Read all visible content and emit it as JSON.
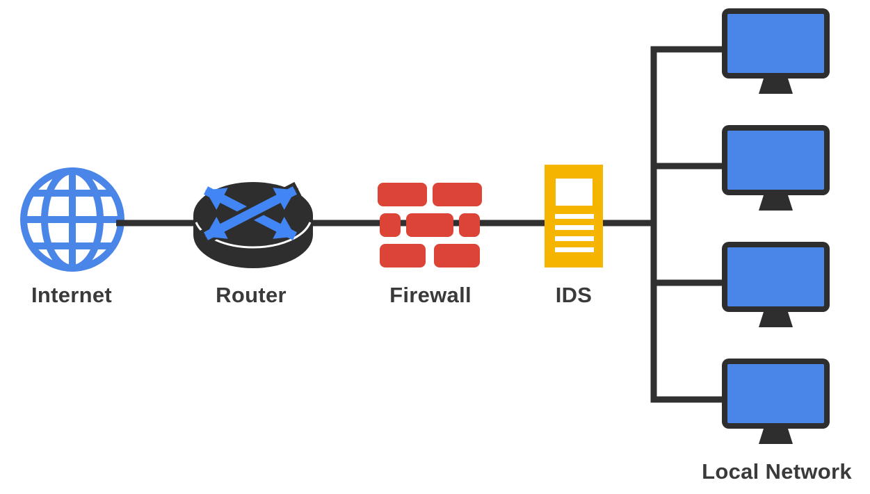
{
  "diagram": {
    "background": "#ffffff",
    "line_color": "#303030",
    "text_color": "#3a3a3a",
    "nodes": [
      {
        "id": "internet",
        "label": "Internet",
        "icon": "globe-icon",
        "color": "#4a85e8"
      },
      {
        "id": "router",
        "label": "Router",
        "icon": "router-icon",
        "body_color": "#2e2e2e",
        "arrow_color": "#4285f4"
      },
      {
        "id": "firewall",
        "label": "Firewall",
        "icon": "firewall-brick-icon",
        "color": "#db4437"
      },
      {
        "id": "ids",
        "label": "IDS",
        "icon": "ids-server-icon",
        "color": "#f4b400",
        "detail_color": "#ffffff"
      },
      {
        "id": "local-network",
        "label": "Local Network",
        "icon": "monitor-icon",
        "workstation_count": 4,
        "frame_color": "#2e2e2e",
        "screen_color": "#4a85e8"
      }
    ],
    "connections": [
      {
        "from": "internet",
        "to": "router"
      },
      {
        "from": "router",
        "to": "firewall"
      },
      {
        "from": "firewall",
        "to": "ids"
      },
      {
        "from": "ids",
        "to": "local-network"
      },
      {
        "from": "local-network-trunk",
        "to": "workstation-1"
      },
      {
        "from": "local-network-trunk",
        "to": "workstation-2"
      },
      {
        "from": "local-network-trunk",
        "to": "workstation-3"
      },
      {
        "from": "local-network-trunk",
        "to": "workstation-4"
      }
    ]
  }
}
